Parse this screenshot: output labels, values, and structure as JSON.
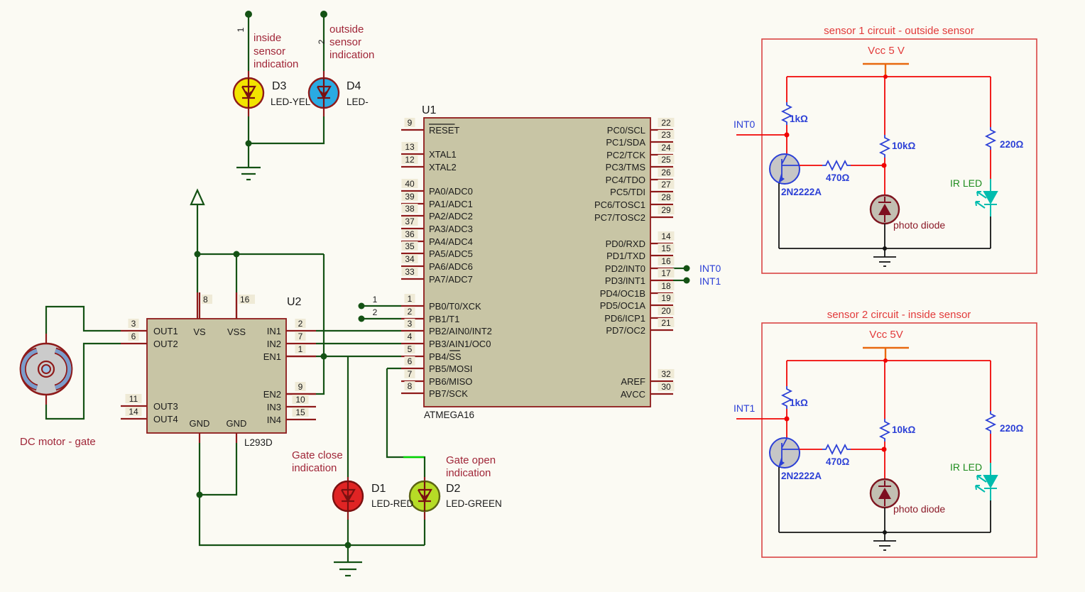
{
  "annotations": {
    "inside_sensor": [
      "inside",
      "sensor",
      "indication"
    ],
    "outside_sensor": [
      "outside",
      "sensor",
      "indication"
    ],
    "gate_close": [
      "Gate close",
      "indication"
    ],
    "gate_open": [
      "Gate open",
      "indication"
    ],
    "dc_motor": "DC motor - gate"
  },
  "nets": {
    "n1": "1",
    "n2": "2",
    "int0": "INT0",
    "int1": "INT1"
  },
  "u1": {
    "ref": "U1",
    "part": "ATMEGA16",
    "left_pins": [
      {
        "num": "9",
        "name": "RESET",
        "bar": "RESET"
      },
      {
        "num": "13",
        "name": "XTAL1"
      },
      {
        "num": "12",
        "name": "XTAL2"
      },
      {
        "num": "40",
        "name": "PA0/ADC0"
      },
      {
        "num": "39",
        "name": "PA1/ADC1"
      },
      {
        "num": "38",
        "name": "PA2/ADC2"
      },
      {
        "num": "37",
        "name": "PA3/ADC3"
      },
      {
        "num": "36",
        "name": "PA4/ADC4"
      },
      {
        "num": "35",
        "name": "PA5/ADC5"
      },
      {
        "num": "34",
        "name": "PA6/ADC6"
      },
      {
        "num": "33",
        "name": "PA7/ADC7"
      },
      {
        "num": "1",
        "name": "PB0/T0/XCK"
      },
      {
        "num": "2",
        "name": "PB1/T1"
      },
      {
        "num": "3",
        "name": "PB2/AIN0/INT2"
      },
      {
        "num": "4",
        "name": "PB3/AIN1/OC0"
      },
      {
        "num": "5",
        "name": "PB4/SS",
        "bar": "SS"
      },
      {
        "num": "6",
        "name": "PB5/MOSI"
      },
      {
        "num": "7",
        "name": "PB6/MISO"
      },
      {
        "num": "8",
        "name": "PB7/SCK"
      }
    ],
    "right_pins": [
      {
        "num": "22",
        "name": "PC0/SCL"
      },
      {
        "num": "23",
        "name": "PC1/SDA"
      },
      {
        "num": "24",
        "name": "PC2/TCK"
      },
      {
        "num": "25",
        "name": "PC3/TMS"
      },
      {
        "num": "26",
        "name": "PC4/TDO"
      },
      {
        "num": "27",
        "name": "PC5/TDI"
      },
      {
        "num": "28",
        "name": "PC6/TOSC1"
      },
      {
        "num": "29",
        "name": "PC7/TOSC2"
      },
      {
        "num": "14",
        "name": "PD0/RXD"
      },
      {
        "num": "15",
        "name": "PD1/TXD"
      },
      {
        "num": "16",
        "name": "PD2/INT0"
      },
      {
        "num": "17",
        "name": "PD3/INT1"
      },
      {
        "num": "18",
        "name": "PD4/OC1B"
      },
      {
        "num": "19",
        "name": "PD5/OC1A"
      },
      {
        "num": "20",
        "name": "PD6/ICP1"
      },
      {
        "num": "21",
        "name": "PD7/OC2"
      },
      {
        "num": "32",
        "name": "AREF"
      },
      {
        "num": "30",
        "name": "AVCC"
      }
    ]
  },
  "u2": {
    "ref": "U2",
    "part": "L293D",
    "left_pins": [
      {
        "num": "3",
        "name": "OUT1"
      },
      {
        "num": "6",
        "name": "OUT2"
      },
      {
        "num": "11",
        "name": "OUT3"
      },
      {
        "num": "14",
        "name": "OUT4"
      }
    ],
    "right_pins": [
      {
        "num": "2",
        "name": "IN1"
      },
      {
        "num": "7",
        "name": "IN2"
      },
      {
        "num": "1",
        "name": "EN1"
      },
      {
        "num": "9",
        "name": "EN2"
      },
      {
        "num": "10",
        "name": "IN3"
      },
      {
        "num": "15",
        "name": "IN4"
      }
    ],
    "top_pins": [
      {
        "num": "8",
        "name": "VS"
      },
      {
        "num": "16",
        "name": "VSS"
      }
    ],
    "bottom_pins": [
      {
        "name": "GND"
      },
      {
        "name": "GND"
      }
    ]
  },
  "leds": {
    "d1": {
      "ref": "D1",
      "part": "LED-RED",
      "fill": "#E02424"
    },
    "d2": {
      "ref": "D2",
      "part": "LED-GREEN",
      "fill": "#B6DC26"
    },
    "d3": {
      "ref": "D3",
      "part": "LED-YEL",
      "fill": "#F2E400"
    },
    "d4": {
      "ref": "D4",
      "part": "LED-",
      "fill": "#2AAAE2"
    }
  },
  "sensor1": {
    "title": "sensor 1 circuit - outside sensor",
    "vcc": "Vcc 5 V",
    "int_label": "INT0",
    "r1": "1kΩ",
    "r2": "10kΩ",
    "r3": "470Ω",
    "r4": "220Ω",
    "q": "2N2222A",
    "pd": "photo diode",
    "ir": "IR LED"
  },
  "sensor2": {
    "title": "sensor 2 circuit - inside sensor",
    "vcc": "Vcc 5V",
    "int_label": "INT1",
    "r1": "1kΩ",
    "r2": "10kΩ",
    "r3": "470Ω",
    "r4": "220Ω",
    "q": "2N2222A",
    "pd": "photo diode",
    "ir": "IR LED"
  }
}
